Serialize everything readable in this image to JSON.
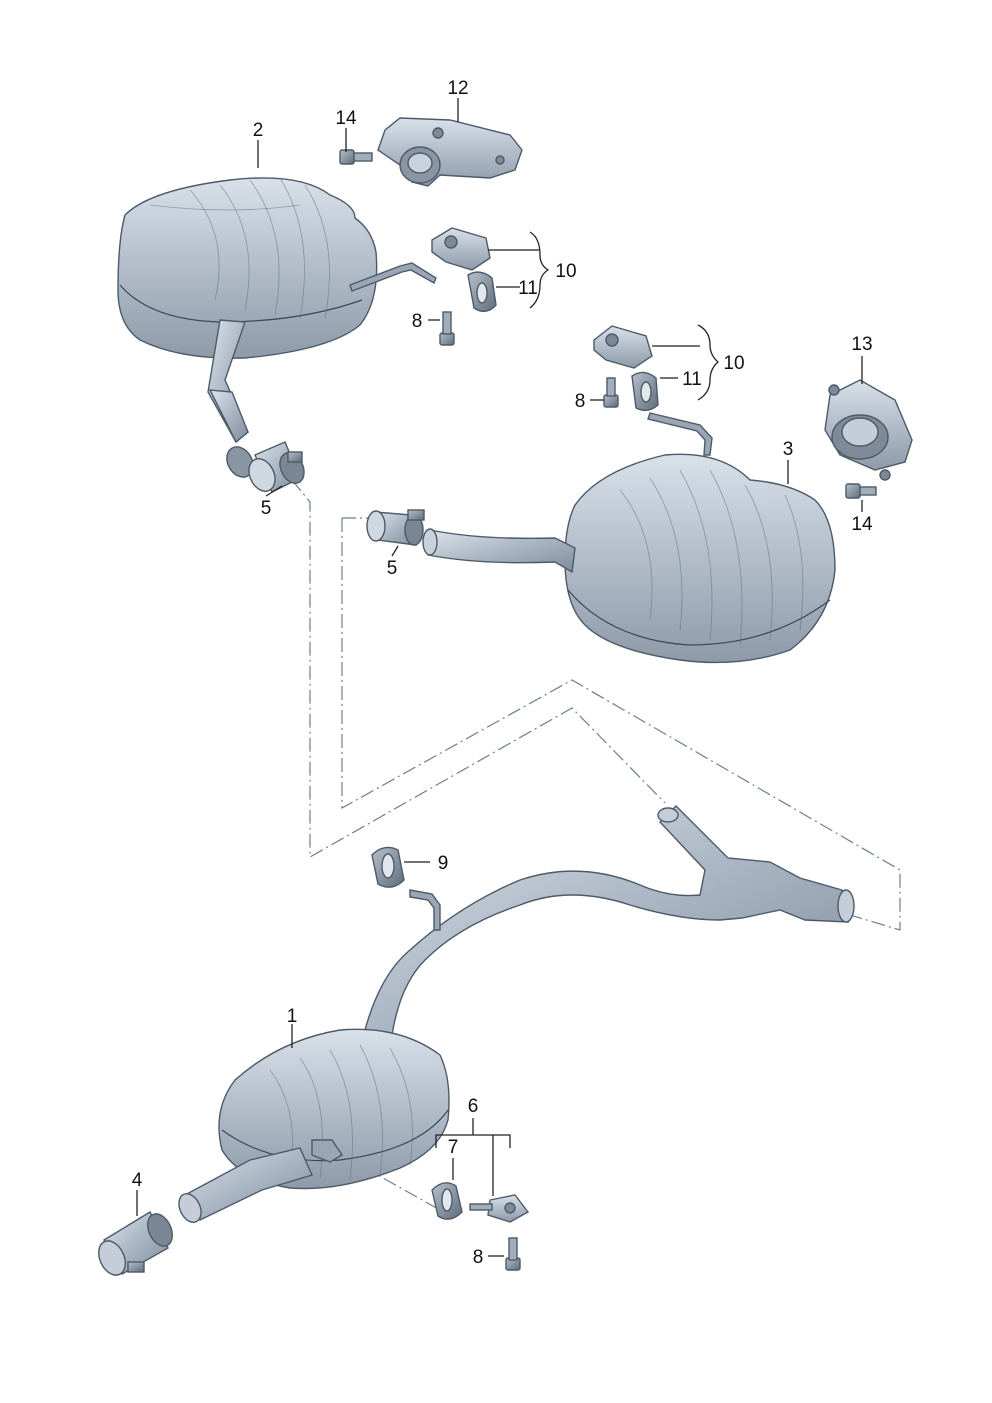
{
  "diagram": {
    "part_labels": [
      "1",
      "2",
      "3",
      "4",
      "5",
      "5",
      "6",
      "7",
      "8",
      "8",
      "8",
      "9",
      "10",
      "10",
      "11",
      "11",
      "12",
      "13",
      "14",
      "14"
    ]
  }
}
